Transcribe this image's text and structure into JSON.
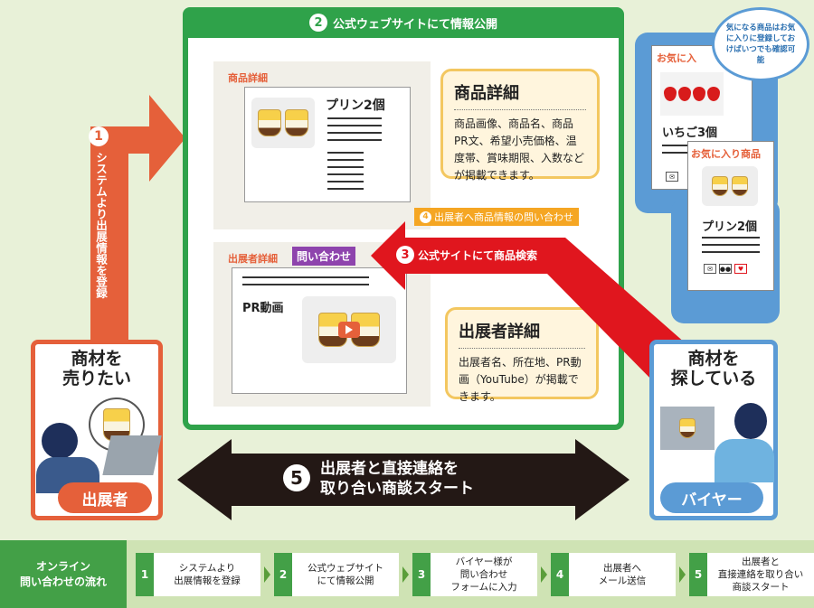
{
  "site": {
    "num": "2",
    "header": "公式ウェブサイトにて情報公開",
    "product_detail_label": "商品詳細",
    "product_name": "プリン2個",
    "exhibitor_detail_label": "出展者詳細",
    "inquiry_button": "問い合わせ",
    "pr_video_label": "PR動画",
    "product_bubble_title": "商品詳細",
    "product_bubble_text": "商品画像、商品名、商品PR文、希望小売価格、温度帯、賞味期限、入数などが掲載できます。",
    "exhibitor_bubble_title": "出展者詳細",
    "exhibitor_bubble_text": "出展者名、所在地、PR動画（YouTube）が掲載できます。"
  },
  "arrows": {
    "step1_num": "1",
    "step1_text": "システムより出展情報を登録",
    "step3_num": "3",
    "step3_text": "公式サイトにて商品検索",
    "step4_num": "4",
    "step4_text": "出展者へ商品情報の問い合わせ",
    "step5_num": "5",
    "step5_line1": "出展者と直接連絡を",
    "step5_line2": "取り合い商談スタート"
  },
  "seller": {
    "caption_line1": "商材を",
    "caption_line2": "売りたい",
    "role": "出展者"
  },
  "buyer": {
    "caption_line1": "商材を",
    "caption_line2": "探している",
    "role": "バイヤー",
    "cloud_text": "気になる商品はお気に入りに登録しておけばいつでも確認可能",
    "fav_label_back": "お気に入",
    "fav_item_back": "いちご3個",
    "fav_label_front": "お気に入り商品",
    "fav_item_front": "プリン2個"
  },
  "flow": {
    "title_line1": "オンライン",
    "title_line2": "問い合わせの流れ",
    "steps": [
      {
        "num": "1",
        "line1": "システムより",
        "line2": "出展情報を登録",
        "line3": ""
      },
      {
        "num": "2",
        "line1": "公式ウェブサイト",
        "line2": "にて情報公開",
        "line3": ""
      },
      {
        "num": "3",
        "line1": "バイヤー様が",
        "line2": "問い合わせ",
        "line3": "フォームに入力"
      },
      {
        "num": "4",
        "line1": "出展者へ",
        "line2": "メール送信",
        "line3": ""
      },
      {
        "num": "5",
        "line1": "出展者と",
        "line2": "直接連絡を取り合い",
        "line3": "商談スタート"
      }
    ]
  },
  "colors": {
    "green": "#2fa24a",
    "orange": "#e5603a",
    "red": "#e0161e",
    "blue": "#5b9bd5",
    "black_arrow": "#231815",
    "gold": "#f3c760"
  },
  "icons": [
    "pudding-image",
    "strawberry-image",
    "play-icon",
    "mail-icon",
    "people-icon",
    "heart-icon",
    "laptop-icon"
  ]
}
